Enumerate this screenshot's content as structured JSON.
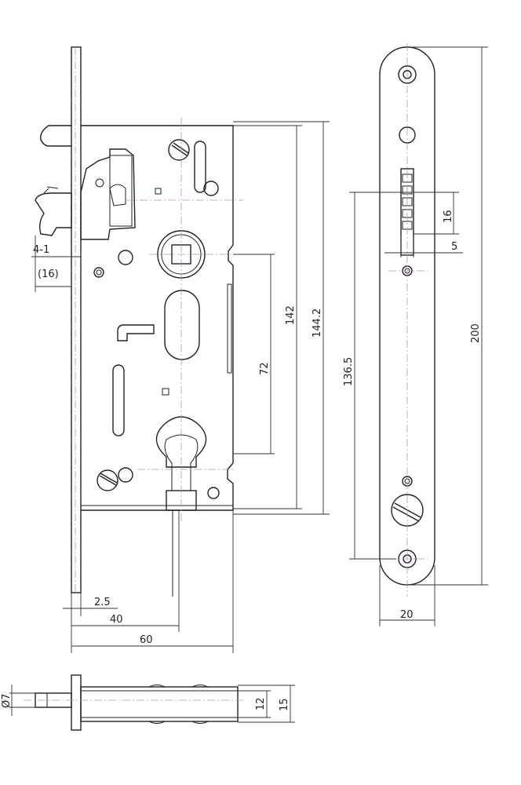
{
  "dimensions": {
    "backset_offset": "2.5",
    "backset_40": "40",
    "case_depth": "60",
    "bolt_throw": "4-1",
    "latch_length": "(16)",
    "center_distance": "72",
    "case_height": "142",
    "overall_case": "144.2",
    "screw_distance": "136.5",
    "plate_length": "200",
    "plate_width": "20",
    "bolt_slot_height": "16",
    "bolt_slot_width": "5",
    "pin_diameter": "Ø7",
    "thickness_12": "12",
    "thickness_15": "15"
  }
}
